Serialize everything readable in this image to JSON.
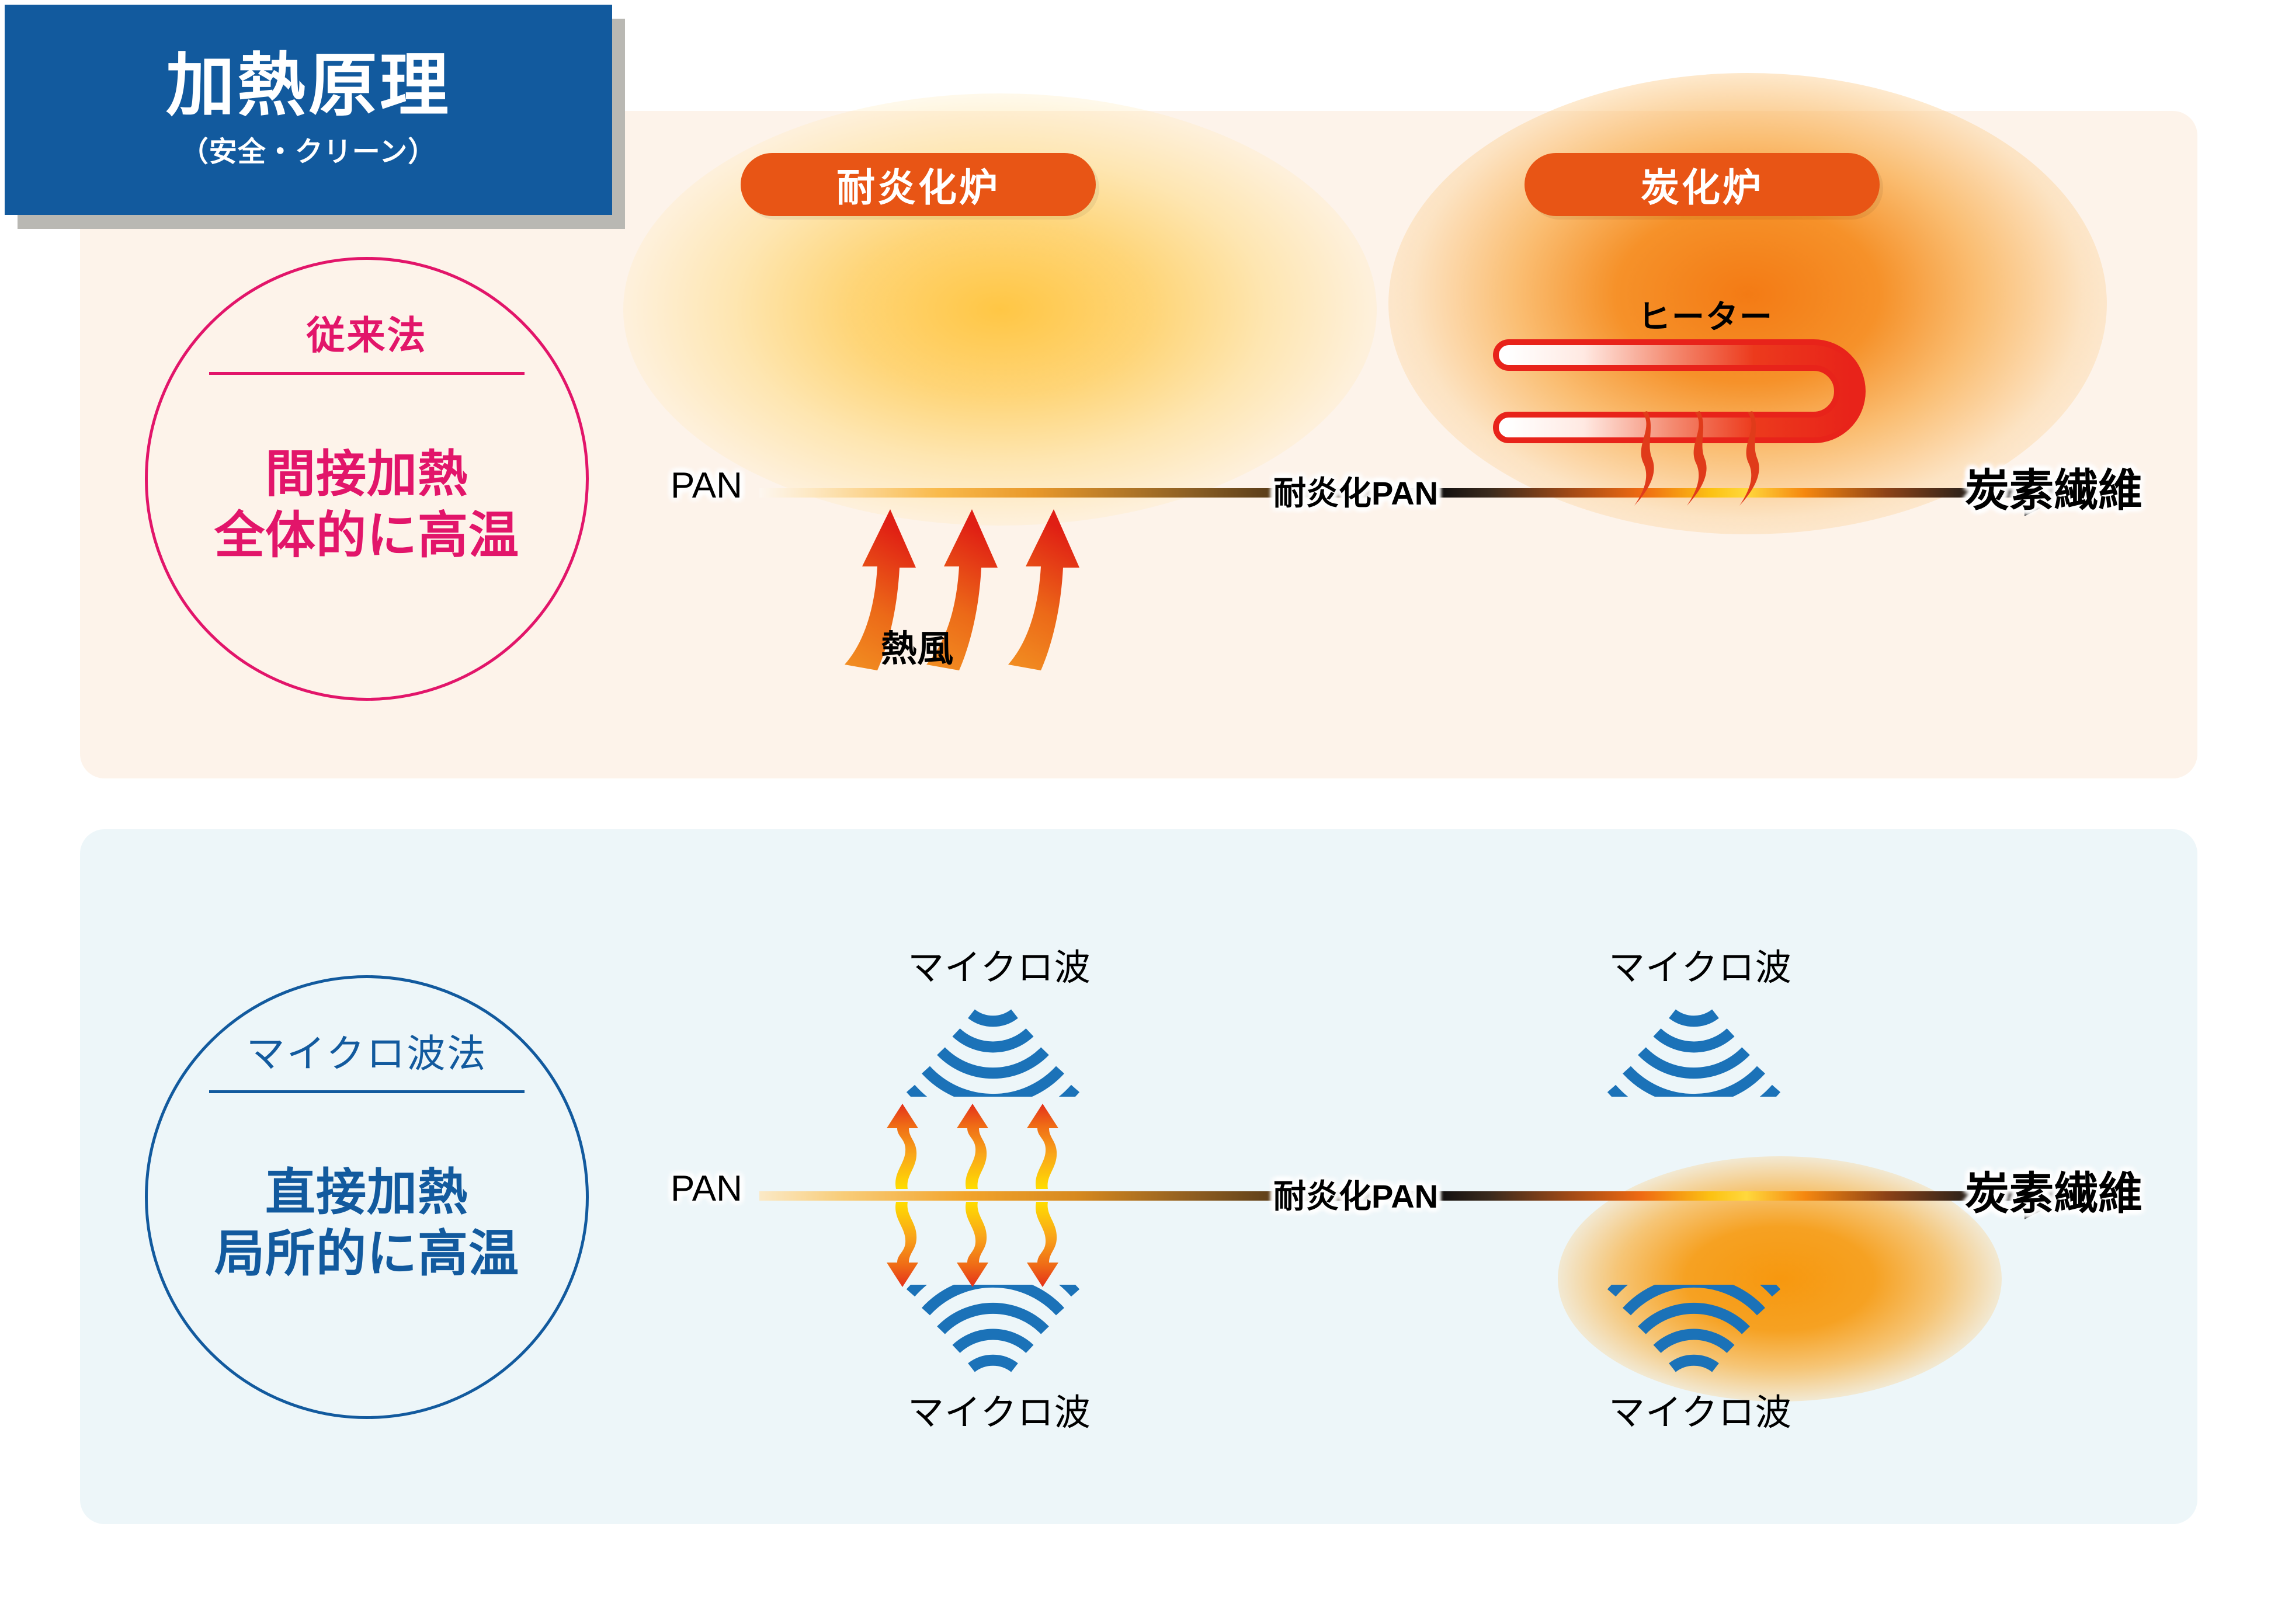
{
  "title": {
    "main": "加熱原理",
    "sub": "（安全・クリーン）",
    "bg_color": "#125a9e"
  },
  "colors": {
    "panel_conventional": "#fdf3ea",
    "panel_microwave": "#edf6f9",
    "accent_pink": "#e2156a",
    "accent_blue": "#125a9e",
    "pill_orange": "#e85515",
    "wave_blue": "#1b72b8",
    "heater_red": "#e8231a"
  },
  "furnace_labels": {
    "flameproof": "耐炎化炉",
    "carbonize": "炭化炉"
  },
  "rows": [
    {
      "id": "conventional",
      "circle": {
        "heading": "従来法",
        "body_line1": "間接加熱",
        "body_line2": "全体的に高温"
      },
      "stage1": {
        "input_label": "PAN",
        "mechanism_label": "熱風",
        "arrow_count": 3
      },
      "stage2": {
        "input_label": "耐炎化PAN",
        "mechanism_label": "ヒーター",
        "wave_count": 3
      },
      "output_label": "炭素繊維"
    },
    {
      "id": "microwave",
      "circle": {
        "heading": "マイクロ波法",
        "body_line1": "直接加熱",
        "body_line2": "局所的に高温"
      },
      "stage1": {
        "input_label": "PAN",
        "mechanism_label_top": "マイクロ波",
        "mechanism_label_bottom": "マイクロ波",
        "arc_count": 5,
        "wavy_arrow_count": 3
      },
      "stage2": {
        "input_label": "耐炎化PAN",
        "mechanism_label_top": "マイクロ波",
        "mechanism_label_bottom": "マイクロ波",
        "arc_count": 5
      },
      "output_label": "炭素繊維"
    }
  ]
}
